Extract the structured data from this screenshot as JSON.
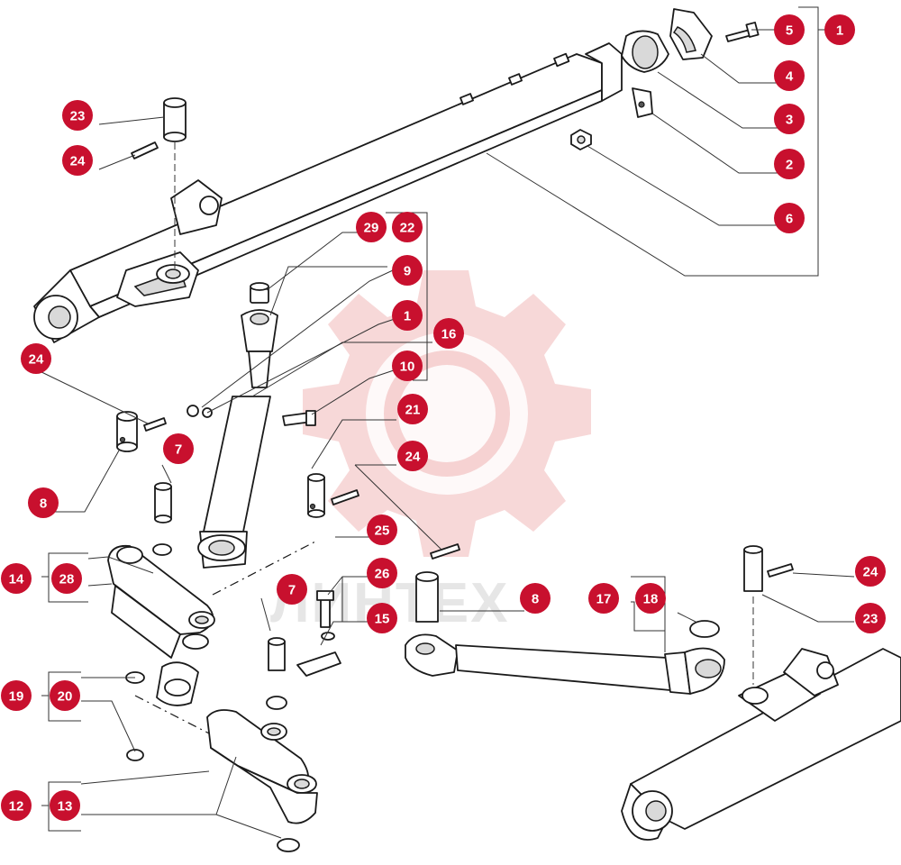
{
  "diagram": {
    "watermark_text": "ЛИНТЕХ",
    "colors": {
      "callout": "#c8102e",
      "line": "#1a1a1a",
      "watermark": "#f0b8b8"
    },
    "callouts": [
      {
        "id": "c5",
        "label": "5"
      },
      {
        "id": "c1a",
        "label": "1"
      },
      {
        "id": "c4",
        "label": "4"
      },
      {
        "id": "c3",
        "label": "3"
      },
      {
        "id": "c2",
        "label": "2"
      },
      {
        "id": "c6",
        "label": "6"
      },
      {
        "id": "c23a",
        "label": "23"
      },
      {
        "id": "c24a",
        "label": "24"
      },
      {
        "id": "c29",
        "label": "29"
      },
      {
        "id": "c22",
        "label": "22"
      },
      {
        "id": "c9",
        "label": "9"
      },
      {
        "id": "c1b",
        "label": "1"
      },
      {
        "id": "c16",
        "label": "16"
      },
      {
        "id": "c10",
        "label": "10"
      },
      {
        "id": "c24b",
        "label": "24"
      },
      {
        "id": "c21",
        "label": "21"
      },
      {
        "id": "c7a",
        "label": "7"
      },
      {
        "id": "c24c",
        "label": "24"
      },
      {
        "id": "c8a",
        "label": "8"
      },
      {
        "id": "c25",
        "label": "25"
      },
      {
        "id": "c14",
        "label": "14"
      },
      {
        "id": "c28",
        "label": "28"
      },
      {
        "id": "c7b",
        "label": "7"
      },
      {
        "id": "c26",
        "label": "26"
      },
      {
        "id": "c15",
        "label": "15"
      },
      {
        "id": "c8b",
        "label": "8"
      },
      {
        "id": "c17",
        "label": "17"
      },
      {
        "id": "c18",
        "label": "18"
      },
      {
        "id": "c24d",
        "label": "24"
      },
      {
        "id": "c23b",
        "label": "23"
      },
      {
        "id": "c19",
        "label": "19"
      },
      {
        "id": "c20",
        "label": "20"
      },
      {
        "id": "c12",
        "label": "12"
      },
      {
        "id": "c13",
        "label": "13"
      }
    ]
  }
}
